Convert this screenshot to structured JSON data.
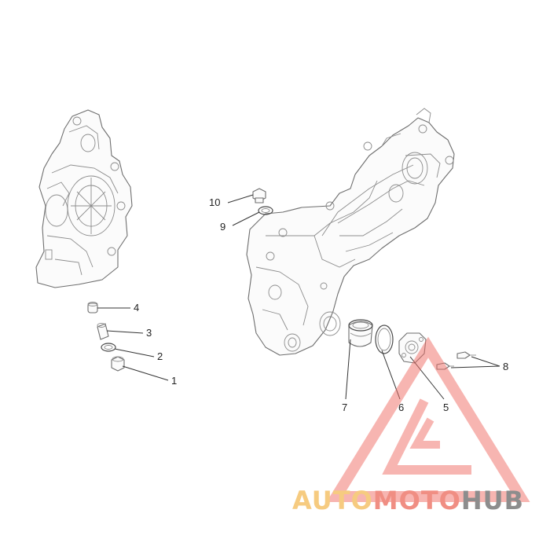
{
  "diagram": {
    "callouts": [
      {
        "id": "1",
        "label": "1"
      },
      {
        "id": "2",
        "label": "2"
      },
      {
        "id": "3",
        "label": "3"
      },
      {
        "id": "4",
        "label": "4"
      },
      {
        "id": "5",
        "label": "5"
      },
      {
        "id": "6",
        "label": "6"
      },
      {
        "id": "7",
        "label": "7"
      },
      {
        "id": "8",
        "label": "8"
      },
      {
        "id": "9",
        "label": "9"
      },
      {
        "id": "10",
        "label": "10"
      }
    ]
  },
  "watermark": {
    "part1": "AUTO",
    "part2": "MOTO",
    "part3": "HUB",
    "colors": {
      "auto": "#f5c26b",
      "moto": "#ee7b6e",
      "hub": "#7a7a7a",
      "triangle": "#ee6e66"
    }
  }
}
